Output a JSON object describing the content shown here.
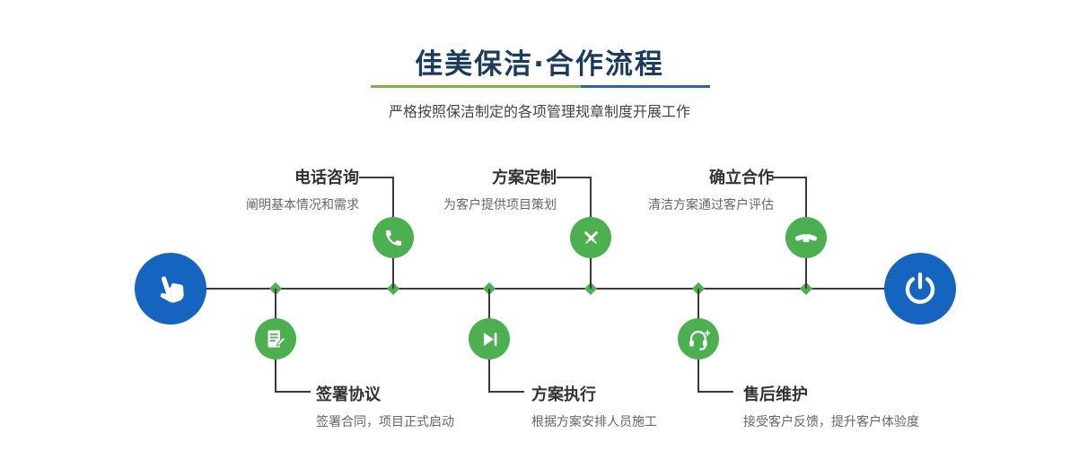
{
  "header": {
    "title": "佳美保洁·合作流程",
    "subtitle": "严格按照保洁制定的各项管理规章制度开展工作"
  },
  "timeline": {
    "start_icon": "hand-pointer-icon",
    "end_icon": "power-icon"
  },
  "steps": [
    {
      "title": "电话咨询",
      "desc": "阐明基本情况和需求",
      "icon": "phone-icon",
      "side": "top"
    },
    {
      "title": "方案定制",
      "desc": "为客户提供项目策划",
      "icon": "pencil-icon",
      "side": "top"
    },
    {
      "title": "确立合作",
      "desc": "清洁方案通过客户评估",
      "icon": "handshake-icon",
      "side": "top"
    },
    {
      "title": "签署协议",
      "desc": "签署合同，项目正式启动",
      "icon": "contract-icon",
      "side": "bottom"
    },
    {
      "title": "方案执行",
      "desc": "根据方案安排人员施工",
      "icon": "play-icon",
      "side": "bottom"
    },
    {
      "title": "售后维护",
      "desc": "接受客户反馈，提升客户体验度",
      "icon": "headset-icon",
      "side": "bottom"
    }
  ],
  "colors": {
    "title_navy": "#1a3a5e",
    "accent_green": "#4cb050",
    "accent_blue": "#1565c0",
    "divider_green": "#7cb342",
    "divider_blue": "#2c63ad",
    "line_dark": "#3a3a3a"
  }
}
